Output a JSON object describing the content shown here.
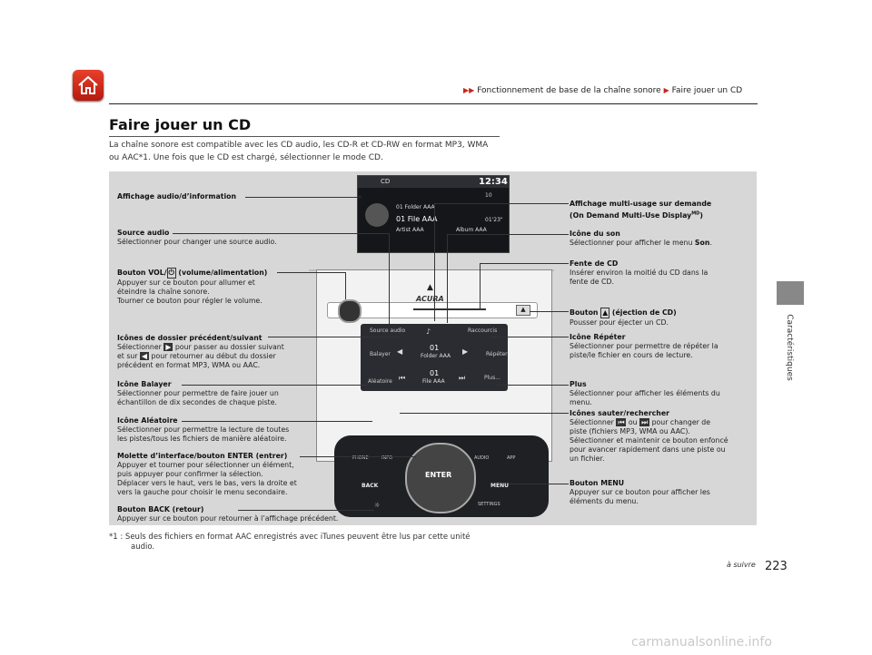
{
  "breadcrumb": {
    "parent": "Fonctionnement de base de la chaîne sonore",
    "current": "Faire jouer un CD"
  },
  "title": "Faire jouer un CD",
  "intro": {
    "line1": "La chaîne sonore est compatible avec les CD audio, les CD-R et CD-RW en format MP3, WMA",
    "line2": "ou AAC*1. Une fois que le CD est chargé, sélectionner le mode CD."
  },
  "screen": {
    "source": "CD",
    "time": "12:34",
    "folder": "01 Folder AAA",
    "file": "01 File AAA",
    "elapsed": "01'23\"",
    "artist": "Artist AAA",
    "album": "Album AAA",
    "track": "10"
  },
  "touch": {
    "source_audio": "Source audio",
    "raccourcis": "Raccourcis",
    "folder_num": "01",
    "folder": "Folder AAA",
    "file_num": "01",
    "file": "File AAA",
    "balayer": "Balayer",
    "repeter": "Répéter",
    "aleatoire": "Aléatoire",
    "plus": "Plus..."
  },
  "console_buttons": {
    "phone": "PHONE",
    "info": "INFO",
    "audio": "AUDIO",
    "app": "APP",
    "back": "BACK",
    "menu": "MENU",
    "enter": "ENTER",
    "settings": "SETTINGS",
    "brand": "ACURA"
  },
  "labels": {
    "affichage": "Affichage audio/d’information",
    "source_title": "Source audio",
    "source_desc": "Sélectionner pour changer une source audio.",
    "vol_title_a": "Bouton VOL/",
    "vol_title_b": " (volume/alimentation)",
    "vol_1": "Appuyer sur ce bouton pour allumer et",
    "vol_2": "éteindre la chaîne sonore.",
    "vol_3": "Tourner ce bouton pour régler le volume.",
    "dossier_title": "Icônes de dossier précédent/suivant",
    "dossier_1a": "Sélectionner ",
    "dossier_1b": " pour passer au dossier suivant",
    "dossier_2a": "et sur ",
    "dossier_2b": " pour retourner au début du dossier",
    "dossier_3": "précédent en format MP3, WMA ou AAC.",
    "balayer_title": "Icône Balayer",
    "balayer_1": "Sélectionner pour permettre de faire jouer un",
    "balayer_2": "échantillon de dix secondes de chaque piste.",
    "aleatoire_title": "Icône Aléatoire",
    "aleatoire_1": "Sélectionner pour permettre la lecture de toutes",
    "aleatoire_2": "les pistes/tous les fichiers de manière aléatoire.",
    "molette_title": "Molette d’interface/bouton ENTER (entrer)",
    "molette_1": "Appuyer et tourner pour sélectionner un élément,",
    "molette_2": "puis appuyer pour confirmer la sélection.",
    "molette_3": "Déplacer vers le haut, vers le bas, vers la droite et",
    "molette_4": "vers la gauche pour choisir le menu secondaire.",
    "back_title": "Bouton BACK (retour)",
    "back_1": "Appuyer sur ce bouton pour retourner à l’affichage précédent.",
    "multi_title": "Affichage multi-usage sur demande",
    "multi_2": "(On Demand Multi-Use Display",
    "multi_sup": "MD",
    "multi_close": ")",
    "son_title": "Icône du son",
    "son_1a": "Sélectionner pour afficher le menu ",
    "son_1b": "Son",
    "son_1c": ".",
    "fente_title": "Fente de CD",
    "fente_1": "Insérer environ la moitié du CD dans la",
    "fente_2": "fente de CD.",
    "eject_title_a": "Bouton ",
    "eject_title_b": " (éjection de CD)",
    "eject_1": "Pousser pour éjecter un CD.",
    "repeter_title": "Icône Répéter",
    "repeter_1": "Sélectionner pour permettre de répéter la",
    "repeter_2": "piste/le fichier en cours de lecture.",
    "plus_title": "Plus",
    "plus_1": "Sélectionner pour afficher les éléments du",
    "plus_2": "menu.",
    "sauter_title": "Icônes sauter/rechercher",
    "sauter_1a": "Sélectionner ",
    "sauter_1b": " ou ",
    "sauter_1c": " pour changer de",
    "sauter_2": "piste (fichiers MP3, WMA ou AAC).",
    "sauter_3": "Sélectionner et maintenir ce bouton enfoncé",
    "sauter_4": "pour avancer rapidement dans une piste ou",
    "sauter_5": "un fichier.",
    "menu_title": "Bouton MENU",
    "menu_1": "Appuyer sur ce bouton pour afficher les",
    "menu_2": "éléments du menu."
  },
  "footnote": {
    "l1": "*1 : Seuls des fichiers en format AAC enregistrés avec iTunes peuvent être lus par cette unité",
    "l2": "audio."
  },
  "side": "Caractéristiques",
  "page_number": "223",
  "a_suivre": "à suivre",
  "watermark": "carmanualsonline.info"
}
